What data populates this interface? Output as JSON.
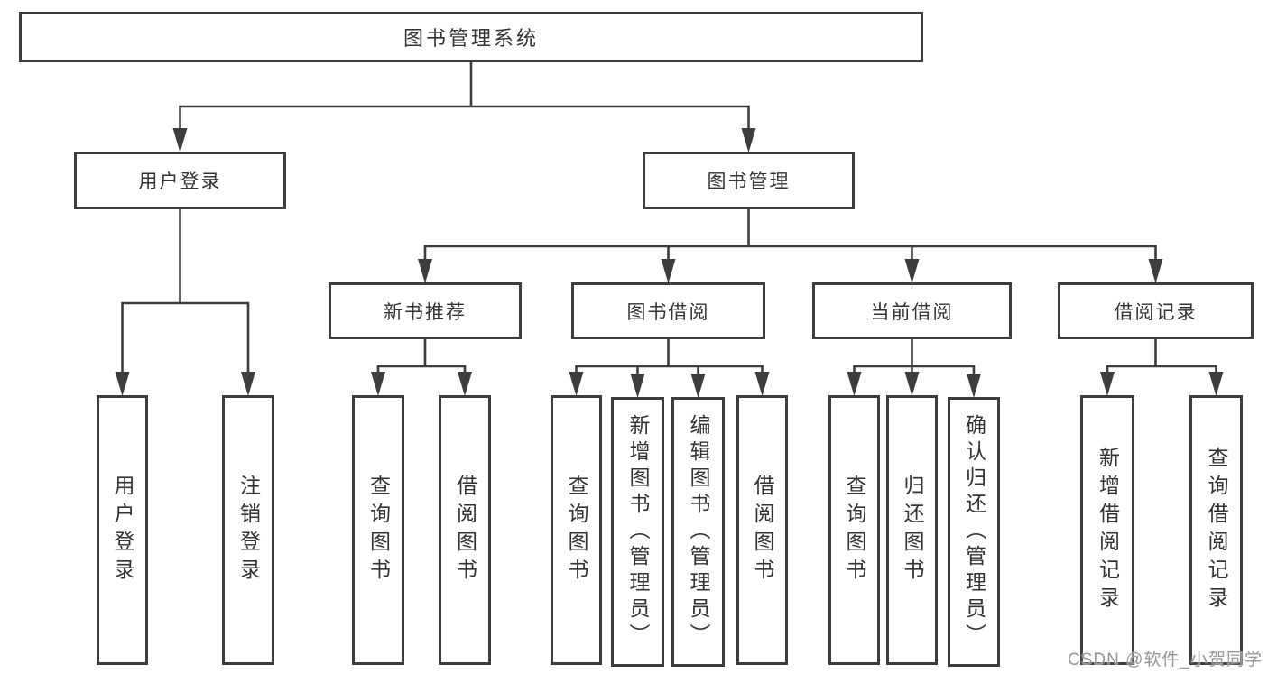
{
  "diagram": {
    "title": "图书管理系统",
    "nodes": {
      "root": "图书管理系统",
      "user_login": "用户登录",
      "book_management": "图书管理",
      "login_action": "用户登录",
      "logout_action": "注销登录",
      "new_book_recommend": "新书推荐",
      "book_borrow": "图书借阅",
      "current_borrow": "当前借阅",
      "borrow_records": "借阅记录",
      "nbr_query_book": "查询图书",
      "nbr_borrow_book": "借阅图书",
      "bb_query_book": "查询图书",
      "bb_add_book": "新增图书（管理员）",
      "bb_edit_book": "编辑图书（管理员）",
      "bb_borrow_book": "借阅图书",
      "cb_query_book": "查询图书",
      "cb_return_book": "归还图书",
      "cb_confirm_return": "确认归还（管理员）",
      "br_add_record": "新增借阅记录",
      "br_query_record": "查询借阅记录"
    },
    "hierarchy": {
      "图书管理系统": {
        "用户登录": [
          "用户登录",
          "注销登录"
        ],
        "图书管理": {
          "新书推荐": [
            "查询图书",
            "借阅图书"
          ],
          "图书借阅": [
            "查询图书",
            "新增图书（管理员）",
            "编辑图书（管理员）",
            "借阅图书"
          ],
          "当前借阅": [
            "查询图书",
            "归还图书",
            "确认归还（管理员）"
          ],
          "借阅记录": [
            "新增借阅记录",
            "查询借阅记录"
          ]
        }
      }
    }
  },
  "watermark": {
    "text": "CSDN @软件_小贺同学"
  },
  "colors": {
    "line": "#3d3d3d",
    "border": "#3d3d3d",
    "text": "#333333",
    "watermark": "#97979c",
    "background": "#ffffff"
  }
}
